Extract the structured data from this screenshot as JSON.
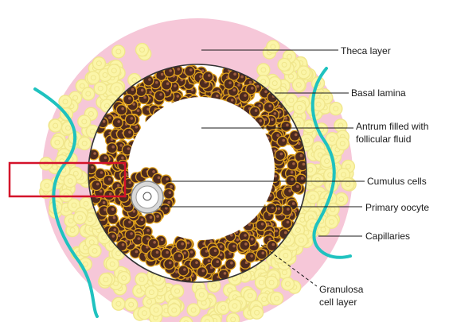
{
  "diagram": {
    "labels": {
      "theca": "Theca layer",
      "basal": "Basal lamina",
      "antrum_l1": "Antrum filled with",
      "antrum_l2": "follicular fluid",
      "cumulus": "Cumulus cells",
      "oocyte": "Primary oocyte",
      "capillaries": "Capillaries",
      "granulosa_l1": "Granulosa",
      "granulosa_l2": "cell layer"
    },
    "colors": {
      "theca_pink": "#f6c7d8",
      "theca_cell_fill": "#fbf5a8",
      "theca_cell_ring": "#f0e68c",
      "capillary": "#1fc2bf",
      "granulosa_cell": "#4d2a1e",
      "granulosa_ring": "#e0a21c",
      "basal_lamina": "#333333",
      "highlight_box": "#d4122a"
    }
  }
}
